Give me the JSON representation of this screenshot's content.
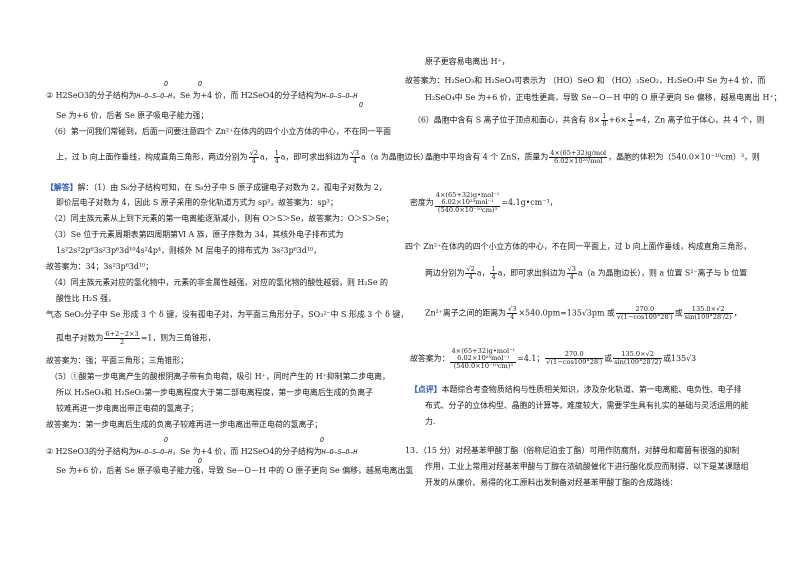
{
  "left": {
    "l1": "② H2SeO3的分子结构为",
    "l1b": "，Se 为+4 价，而 H2SeO4的分子结构为",
    "s1_top": "O",
    "s1_mid": "H—O—S—O—H",
    "s2_top": "O",
    "s2_mid": "H—O—S—O—H",
    "s2_bot": "O",
    "l2": "Se 为+6 价，后者 Se 原子吸电子能力强；",
    "l3": "（6）第一问我们常碰到，后面一问要注意四个 Zn²⁺在体内的四个小立方体的中心，不在同一平面",
    "l4a": "上，过 b 向上面作垂线，构成直角三角形，两边分别为",
    "f1n": "√2",
    "f1d": "4",
    "l4b": "a，",
    "f2n": "1",
    "f2d": "4",
    "l4c": "a，即可求出斜边为",
    "f3n": "√3",
    "f3d": "4",
    "l4d": "a（a 为晶胞边长）.",
    "jieda": "【解答】",
    "l5": "解：（1）由 S₈分子结构可知，在 S₈分子中 S 原子成键电子对数为 2，孤电子对数为 2，",
    "l6": "即价层电子对数为 4，因此 S 原子采用的杂化轨道方式为 sp³，故答案为：sp³；",
    "l7": "（2）同主族元素从上到下元素的第一电离能逐渐减小，则有 O＞S＞Se，故答案为：O＞S＞Se；",
    "l8": "（3）Se 位于元素周期表第四周期第Ⅵ A 族，原子序数为 34，其核外电子排布式为",
    "l9": "1s²2s²2p⁶3s²3p⁶3d¹⁰4s²4p⁴，则核外 M 层电子的排布式为 3s²3p⁶3d¹⁰，",
    "l10": "故答案为：34；3s²3p⁶3d¹⁰；",
    "l11": "（4）同主族元素对应的氢化物中，元素的非金属性越强，对应的氢化物的酸性越弱，则 H₂Se 的",
    "l12": "酸性比 H₂S 强，",
    "l13": "气态 SeO₃分子中 Se 形成 3 个 δ 键，没有孤电子对，为平面三角形分子，SO₃²⁻中 S 形成 3 个 δ 键，",
    "l14a": "孤电子对数为",
    "f4n": "6+2−2×3",
    "f4d": "2",
    "l14b": "=1，则为三角锥形，",
    "l15": "故答案为：强；平面三角形；三角锥形；",
    "l16": "（5）①酸第一步电离产生的酸根阴离子带有负电荷，吸引 H⁺，同时产生的 H⁺抑制第二步电离，",
    "l17": "所以 H₂SeO₄和 H₂SeO₃第一步电离程度大于第二部电离程度，第一步电离后生成的负离子",
    "l18": "较难再进一步电离出带正电荷的氢离子；",
    "l19": "故答案为：第一步电离后生成的负离子较难再进一步电离出带正电荷的氢离子；",
    "s3_top": "O",
    "s3_mid": "H—O—S—O—H",
    "s3_bot": "O",
    "s4_top": "O",
    "s4_mid": "H—O—S—O—H",
    "l20a": "② H2SeO3的分子结构为",
    "l20b": "，Se 为+4 价，而 H2SeO4的分子结构为",
    "l21": "Se 为+6 价，后者 Se 原子吸电子能力强，导致 Se－O－H 中的 O 原子更向 Se 偏移，越易电离出氢"
  },
  "right": {
    "r1": "原子更容易电离出 H⁺，",
    "r2": "故答案为：H₂SeO₃和 H₂SeO₄可表示为 （HO）SeO 和 （HO）₂SeO₂，H₂SeO₃中 Se 为+4 价，而",
    "r3": "H₂SeO₄中 Se 为+6 价，正电性更高，导致 Se－O－H 中的 O 原子更向 Se 偏移，越易电离出 H⁺；",
    "r4a": "（6）晶胞中含有 S 离子位于顶点和面心，共含有 8×",
    "rf1n": "1",
    "rf1d": "8",
    "r4b": "+6×",
    "rf2n": "1",
    "rf2d": "2",
    "r4c": "=4，Zn 离子位于体心，共 4 个，则",
    "r5a": "晶胞中平均含有 4 个 ZnS，质量为",
    "rf3n": "4×(65+32)g/mol",
    "rf3d": "6.02×10²³/mol",
    "r5b": "，晶胞的体积为（540.0×10⁻¹⁰cm）³，则",
    "rf4n": "4×(65+32)g•mol⁻¹",
    "rf4n2": "6.02×10²³mol⁻¹",
    "r6a": "密度为",
    "rf4d": "(540.0×10⁻¹⁰cm)³",
    "r6b": "=4.1g•cm⁻³，",
    "r7": "四个 Zn²⁺在体内的四个小立方体的中心，不在同一平面上，过 b 向上面作垂线，构成直角三角形，",
    "r8a": "两边分别为",
    "rf5n": "√2",
    "rf5d": "4",
    "r8b": "a，",
    "rf6n": "1",
    "rf6d": "4",
    "r8c": "a，即可求出斜边为",
    "rf7n": "√3",
    "rf7d": "4",
    "r8d": "a（a 为晶胞边长），则 a 位置 S²⁻离子与 b 位置",
    "r9a": "Zn²⁺离子之间的距离为",
    "rf8n": "√3",
    "rf8d": "4",
    "r9b": "×540.0pm=135√3pm 或",
    "rf9n": "270.0",
    "rf9d": "√(1−cos109°28′)",
    "r9c": "或",
    "rf10n": "135.0×√2",
    "rf10d": "sin(109°28′/2)",
    "r9d": "，",
    "r10a": "故答案为：",
    "rf11n": "4×(65+32)g•mol⁻¹",
    "rf11n2": "6.02×10²³mol⁻¹",
    "rf11d": "(540.0×10⁻¹⁰cm)³",
    "r10b": "=4.1；",
    "rf12n": "270.0",
    "rf12d": "√(1−cos109°28′)",
    "r10c": "或",
    "rf13n": "135.0×√2",
    "rf13d": "sin(109°28′/2)",
    "r10d": "或135√3",
    "dianping": "【点评】",
    "r11": "本题综合考查物质结构与性质相关知识，涉及杂化轨道、第一电离能、电负性、电子排",
    "r12": "布式、分子的立体构型、晶胞的计算等，难度较大，需要学生具有扎实的基础与灵活运用的能",
    "r13": "力.",
    "r14": "13．（15 分）对羟基苯甲酸丁酯（俗称尼泊金丁酯）可用作防腐剂，对酵母和霉菌有很强的抑制",
    "r15": "作用，工业上常用对羟基苯甲酸与丁醇在浓硫酸催化下进行酯化反应而制得．以下是某课题组",
    "r16": "开发的从廉价、易得的化工原料出发制备对羟基苯甲酸丁酯的合成路线："
  }
}
